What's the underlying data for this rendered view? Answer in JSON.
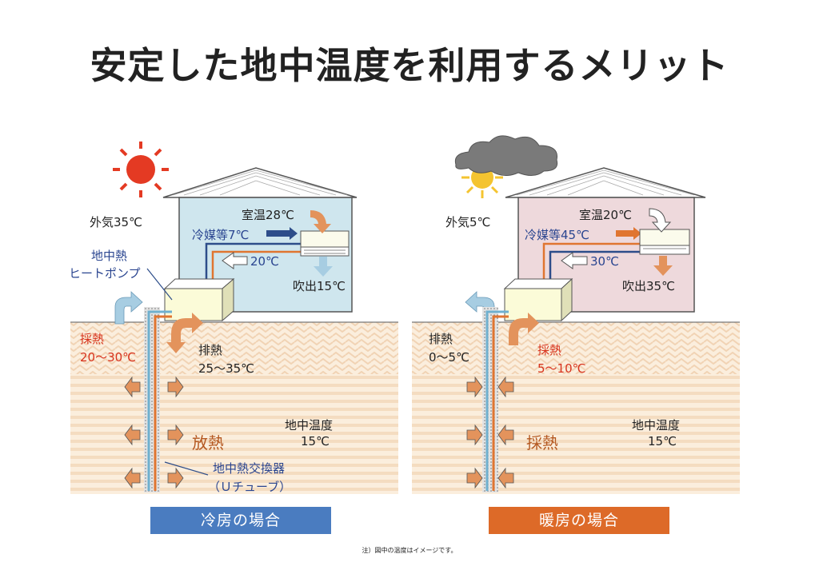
{
  "title": "安定した地中温度を利用するメリット",
  "cooling": {
    "outside_air": "外気35℃",
    "room_temp": "室温28℃",
    "refrigerant": "冷媒等7℃",
    "return_temp": "20℃",
    "outlet": "吹出15℃",
    "heat_pump_line1": "地中熱",
    "heat_pump_line2": "ヒートポンプ",
    "collect_label": "採熱",
    "collect_range": "20～30℃",
    "exhaust_label": "排熱",
    "exhaust_range": "25～35℃",
    "release_label": "放熱",
    "ground_temp_label": "地中温度",
    "ground_temp_value": "15℃",
    "exchanger_line1": "地中熱交換器",
    "exchanger_line2": "（Ｕチューブ）",
    "case_label": "冷房の場合"
  },
  "heating": {
    "outside_air": "外気5℃",
    "room_temp": "室温20℃",
    "refrigerant": "冷媒等45℃",
    "return_temp": "30℃",
    "outlet": "吹出35℃",
    "exhaust_label": "排熱",
    "exhaust_range": "0～5℃",
    "collect_label": "採熱",
    "collect_range": "5～10℃",
    "collect_big": "採熱",
    "ground_temp_label": "地中温度",
    "ground_temp_value": "15℃",
    "case_label": "暖房の場合"
  },
  "note": "注）図中の温度はイメージです。",
  "colors": {
    "cooling_house": "#cfe6ee",
    "heating_house": "#eed9dc",
    "cooling_button": "#4a7cc0",
    "heating_button": "#dd6a28",
    "soil": "#f7e3cc",
    "arrow_orange": "#e3935c",
    "arrow_blue": "#a7cde2",
    "warm_pipe": "#e07530",
    "cool_pipe": "#2d4d8a"
  }
}
